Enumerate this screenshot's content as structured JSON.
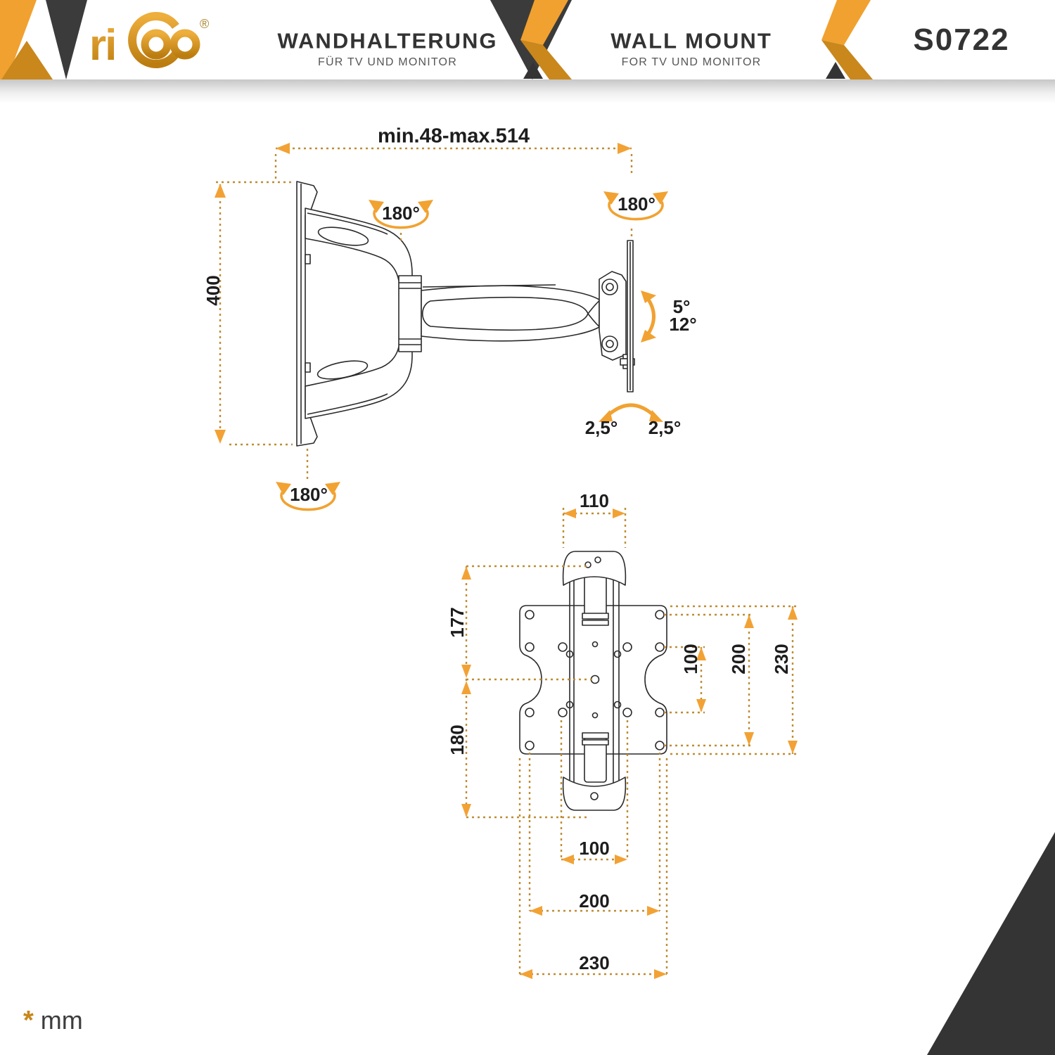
{
  "header": {
    "logo": {
      "prefix": "ri",
      "reg": "®"
    },
    "sections": [
      {
        "title": "WANDHALTERUNG",
        "subtitle": "FÜR TV UND MONITOR"
      },
      {
        "title": "WALL MOUNT",
        "subtitle": "FOR TV UND MONITOR"
      }
    ],
    "model": "S0722"
  },
  "side_view": {
    "extension_range": "min.48-max.514",
    "height": "400",
    "swivel_elbow": "180°",
    "swivel_tv": "180°",
    "swivel_wall": "180°",
    "tilt_up": "5°",
    "tilt_down": "12°",
    "rotate_left": "2,5°",
    "rotate_right": "2,5°"
  },
  "front_view": {
    "top_width": "110",
    "left_upper": "177",
    "left_lower": "180",
    "right_inner": "100",
    "right_mid": "200",
    "right_outer": "230",
    "bottom_inner": "100",
    "bottom_mid": "200",
    "bottom_outer": "230"
  },
  "footer": {
    "asterisk": "*",
    "unit": "mm"
  },
  "colors": {
    "accent_orange": "#F1A12F",
    "accent_gold": "#C9871C",
    "dim_line": "#BE8D33",
    "arrow": "#F2A235",
    "dark": "#3B3B3B",
    "ink": "#2A2A2A"
  }
}
